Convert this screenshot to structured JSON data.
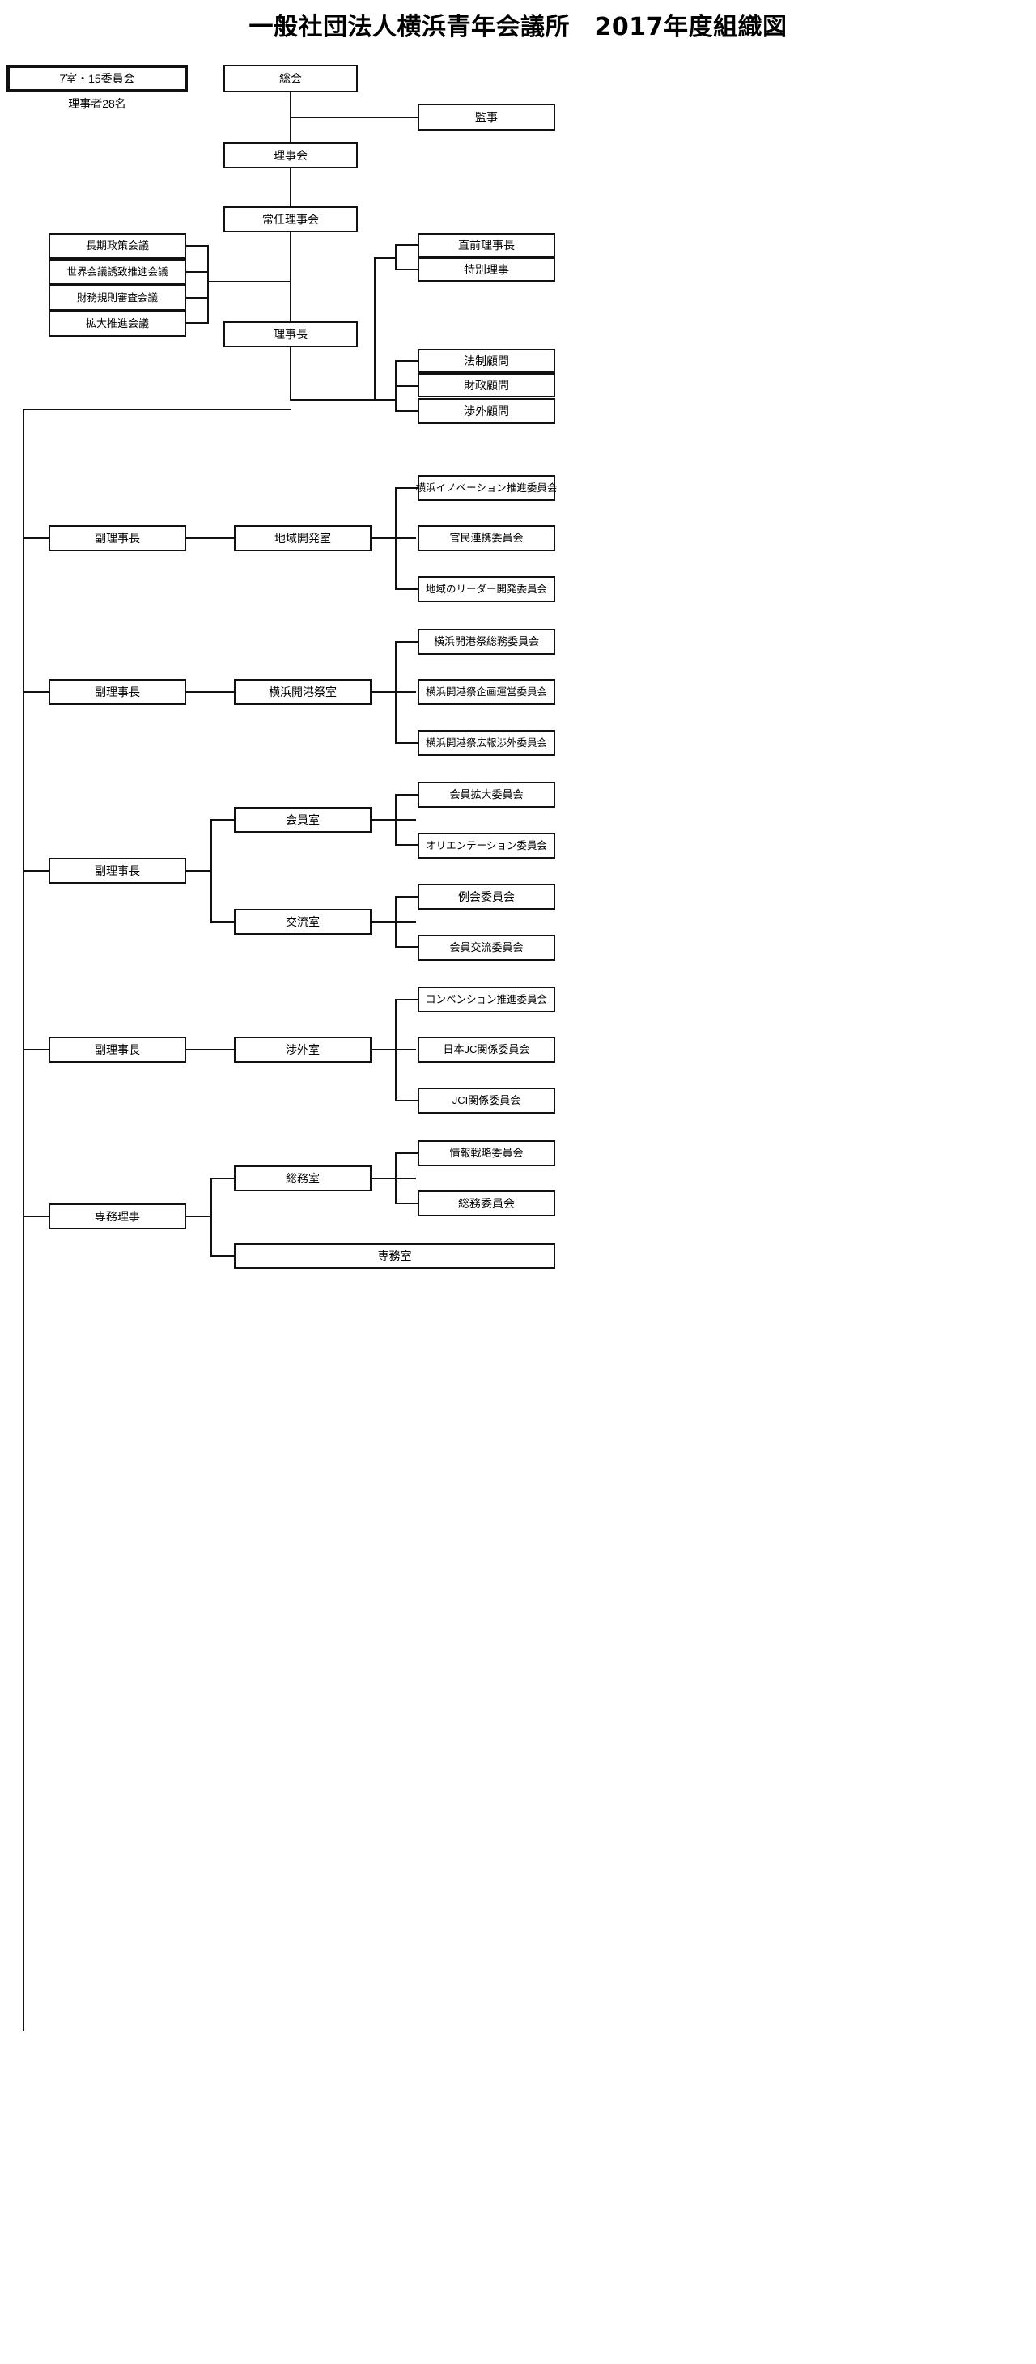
{
  "title": "一般社団法人横浜青年会議所　2017年度組織図",
  "summary": {
    "rooms_committees": "7室・15委員会",
    "officers_count": "理事者28名"
  },
  "governance": {
    "general_assembly": "総会",
    "auditor": "監事",
    "board_of_directors": "理事会",
    "standing_board": "常任理事会",
    "chairman": "理事長"
  },
  "councils": [
    {
      "label": "長期政策会議"
    },
    {
      "label": "世界会議誘致推進会議"
    },
    {
      "label": "財務規則審査会議"
    },
    {
      "label": "拡大推進会議"
    }
  ],
  "advisors_upper": [
    {
      "label": "直前理事長"
    },
    {
      "label": "特別理事"
    }
  ],
  "advisors_lower": [
    {
      "label": "法制顧問"
    },
    {
      "label": "財政顧問"
    },
    {
      "label": "渉外顧問"
    }
  ],
  "divisions": [
    {
      "officer": "副理事長",
      "rooms": [
        {
          "name": "地域開発室",
          "committees": [
            "横浜イノベーション推進委員会",
            "官民連携委員会",
            "地域のリーダー開発委員会"
          ]
        }
      ]
    },
    {
      "officer": "副理事長",
      "rooms": [
        {
          "name": "横浜開港祭室",
          "committees": [
            "横浜開港祭総務委員会",
            "横浜開港祭企画運営委員会",
            "横浜開港祭広報渉外委員会"
          ]
        }
      ]
    },
    {
      "officer": "副理事長",
      "rooms": [
        {
          "name": "会員室",
          "committees": [
            "会員拡大委員会",
            "オリエンテーション委員会"
          ]
        },
        {
          "name": "交流室",
          "committees": [
            "例会委員会",
            "会員交流委員会"
          ]
        }
      ]
    },
    {
      "officer": "副理事長",
      "rooms": [
        {
          "name": "渉外室",
          "committees": [
            "コンベンション推進委員会",
            "日本JC関係委員会",
            "JCI関係委員会"
          ]
        }
      ]
    },
    {
      "officer": "専務理事",
      "rooms": [
        {
          "name": "総務室",
          "committees": [
            "情報戦略委員会",
            "総務委員会"
          ]
        },
        {
          "name": "専務室",
          "committees": []
        }
      ]
    }
  ],
  "colors": {
    "line": "#111111",
    "background": "#ffffff",
    "text": "#000000"
  }
}
